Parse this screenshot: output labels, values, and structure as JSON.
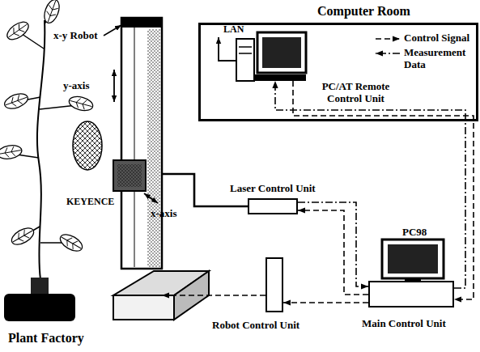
{
  "diagram": {
    "nodes": [
      {
        "text": [
          "Computer Room"
        ]
      },
      {
        "text": [
          "PC/AT Remote Control Unit"
        ],
        "in": 0
      },
      {
        "text": [
          "x-y Robot"
        ]
      },
      {
        "text": [
          "Laser Control Unit"
        ]
      },
      {
        "text": [
          "PC98",
          "Main Control Unit"
        ]
      },
      {
        "text": [
          "Robot Control Unit"
        ]
      }
    ],
    "edges": [
      {
        "from": 2,
        "to": 3,
        "arrow": "none"
      },
      {
        "from": 3,
        "to": 4,
        "arrow": "to"
      },
      {
        "from": 4,
        "to": 3,
        "arrow": "to"
      },
      {
        "from": 4,
        "to": 5,
        "arrow": "to"
      },
      {
        "from": 5,
        "to": 2,
        "arrow": "to"
      },
      {
        "from": 4,
        "to": 1,
        "arrow": "to"
      },
      {
        "from": 1,
        "to": 4,
        "arrow": "to"
      }
    ],
    "labels": [
      "LAN",
      "y-axis",
      "x-axis",
      "KEYENCE",
      "Plant Factory"
    ],
    "legend": [
      {
        "text": "Control Signal"
      },
      {
        "text": "Measurement Data"
      }
    ]
  }
}
